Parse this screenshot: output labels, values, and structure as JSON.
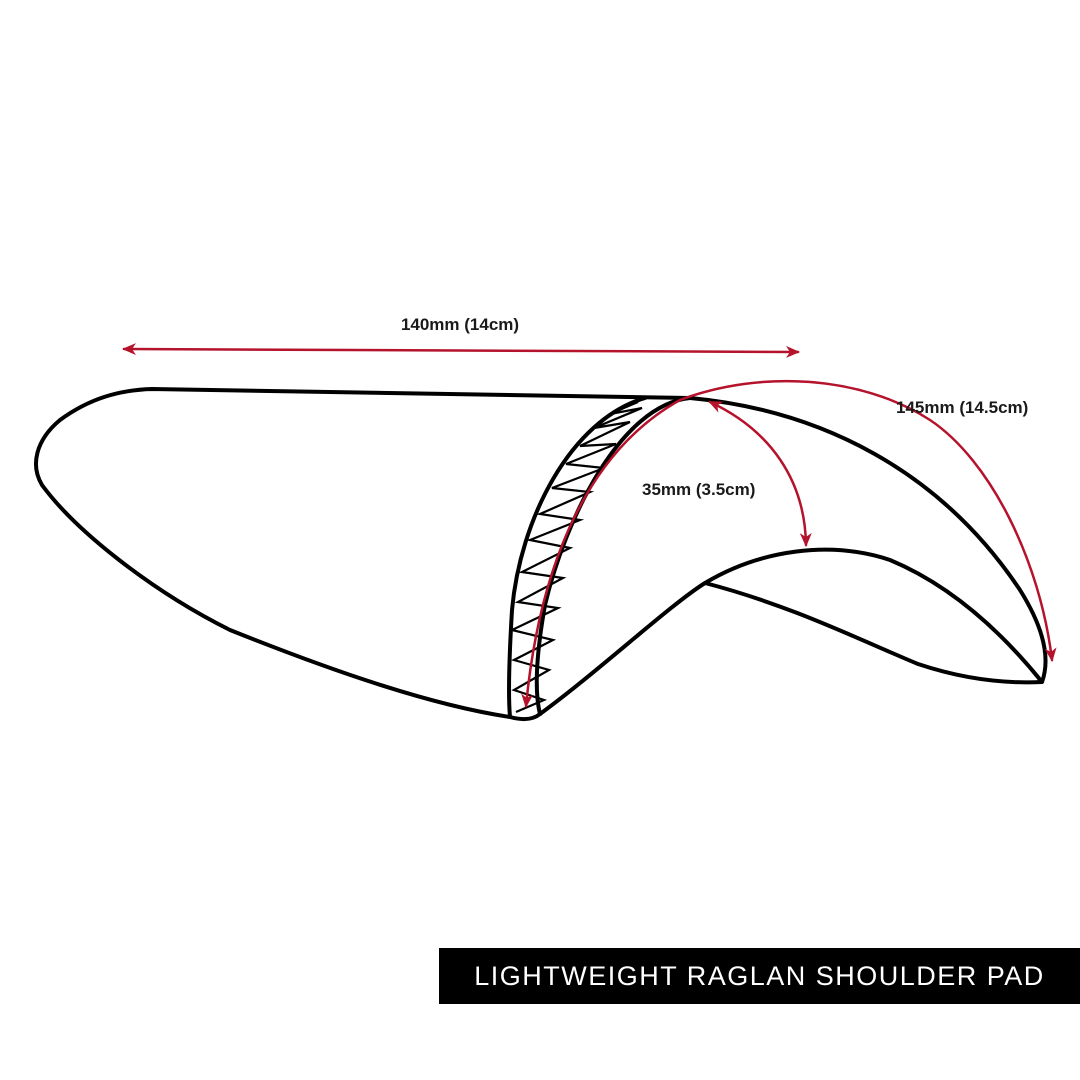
{
  "caption": "LIGHTWEIGHT RAGLAN SHOULDER PAD",
  "dimensions": {
    "length": "140mm (14cm)",
    "curve_length": "145mm (14.5cm)",
    "thickness": "35mm (3.5cm)"
  },
  "colors": {
    "outline": "#000000",
    "dimension_arrow": "#b5122b",
    "caption_background": "#000000",
    "caption_text": "#ffffff"
  }
}
